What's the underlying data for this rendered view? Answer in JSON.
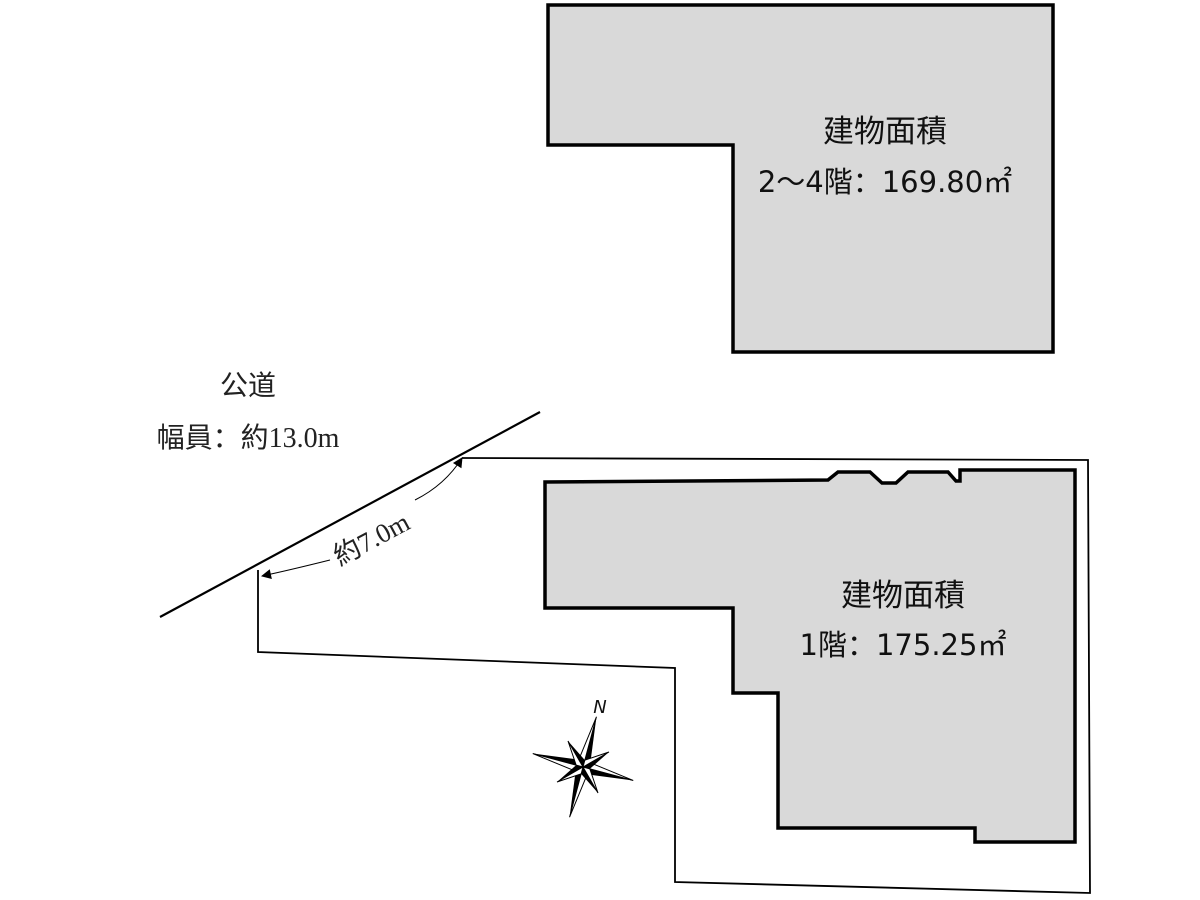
{
  "upper_building": {
    "title": "建物面積",
    "area": "2〜4階：169.80㎡"
  },
  "lower_building": {
    "title": "建物面積",
    "area": "1階：175.25㎡"
  },
  "road": {
    "name": "公道",
    "width": "幅員：約13.0m"
  },
  "frontage": {
    "length": "約7.0m"
  },
  "compass": {
    "north_label": "N"
  },
  "colors": {
    "building_fill": "#d9d9d9",
    "stroke": "#000000"
  }
}
